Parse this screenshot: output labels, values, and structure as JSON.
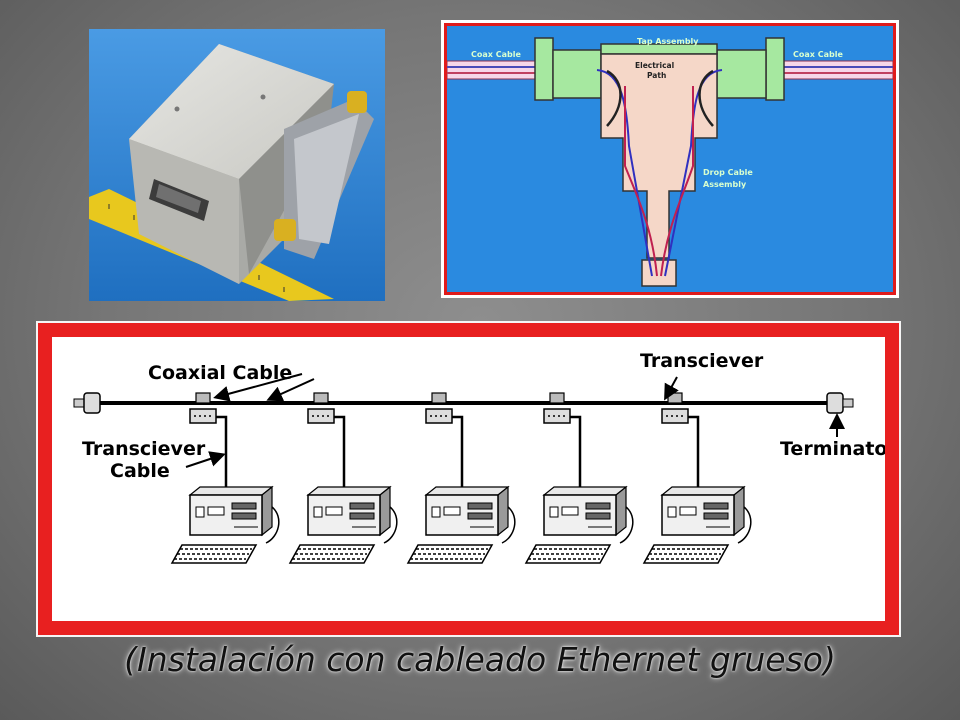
{
  "tap_diagram": {
    "title": "Tap Assembly",
    "left_label": "Coax Cable",
    "right_label": "Coax Cable",
    "path_line1": "Electrical",
    "path_line2": "Path",
    "drop_line1": "Drop Cable",
    "drop_line2": "Assembly"
  },
  "lan_diagram": {
    "coax_label": "Coaxial Cable",
    "transceiver_label": "Transciever",
    "transceiver_cable_line1": "Transciever",
    "transceiver_cable_line2": "Cable",
    "terminator_label": "Terminator",
    "station_count": 5
  },
  "caption": "(Instalación con cableado Ethernet grueso)",
  "colors": {
    "frame_red": "#e82020",
    "tap_blue": "#2a8ae0",
    "tap_green": "#a6e8a0",
    "tap_pink": "#f5d7c8",
    "photo_blue": "#2d83d6"
  }
}
